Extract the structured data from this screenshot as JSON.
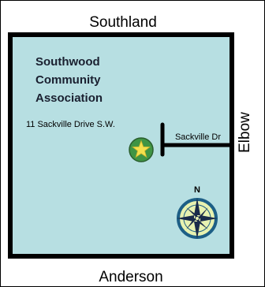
{
  "roads": {
    "north": "Southland",
    "south": "Anderson",
    "east": "Elbow",
    "inner": "Sackville Dr"
  },
  "organization": {
    "name_line1": "Southwood",
    "name_line2": "Community",
    "name_line3": "Association",
    "address": "11 Sackville Drive S.W."
  },
  "compass": {
    "north_label": "N",
    "icon": "compass-rose-icon"
  },
  "marker": {
    "icon": "star-icon"
  },
  "colors": {
    "area_fill": "#b7dfe2",
    "road": "#000000",
    "marker_fill": "#3f9444",
    "star_fill": "#f4e04d",
    "compass_face": "#e8f2b0",
    "compass_ring": "#1d5f86",
    "compass_arrow": "#1a2b4a"
  }
}
